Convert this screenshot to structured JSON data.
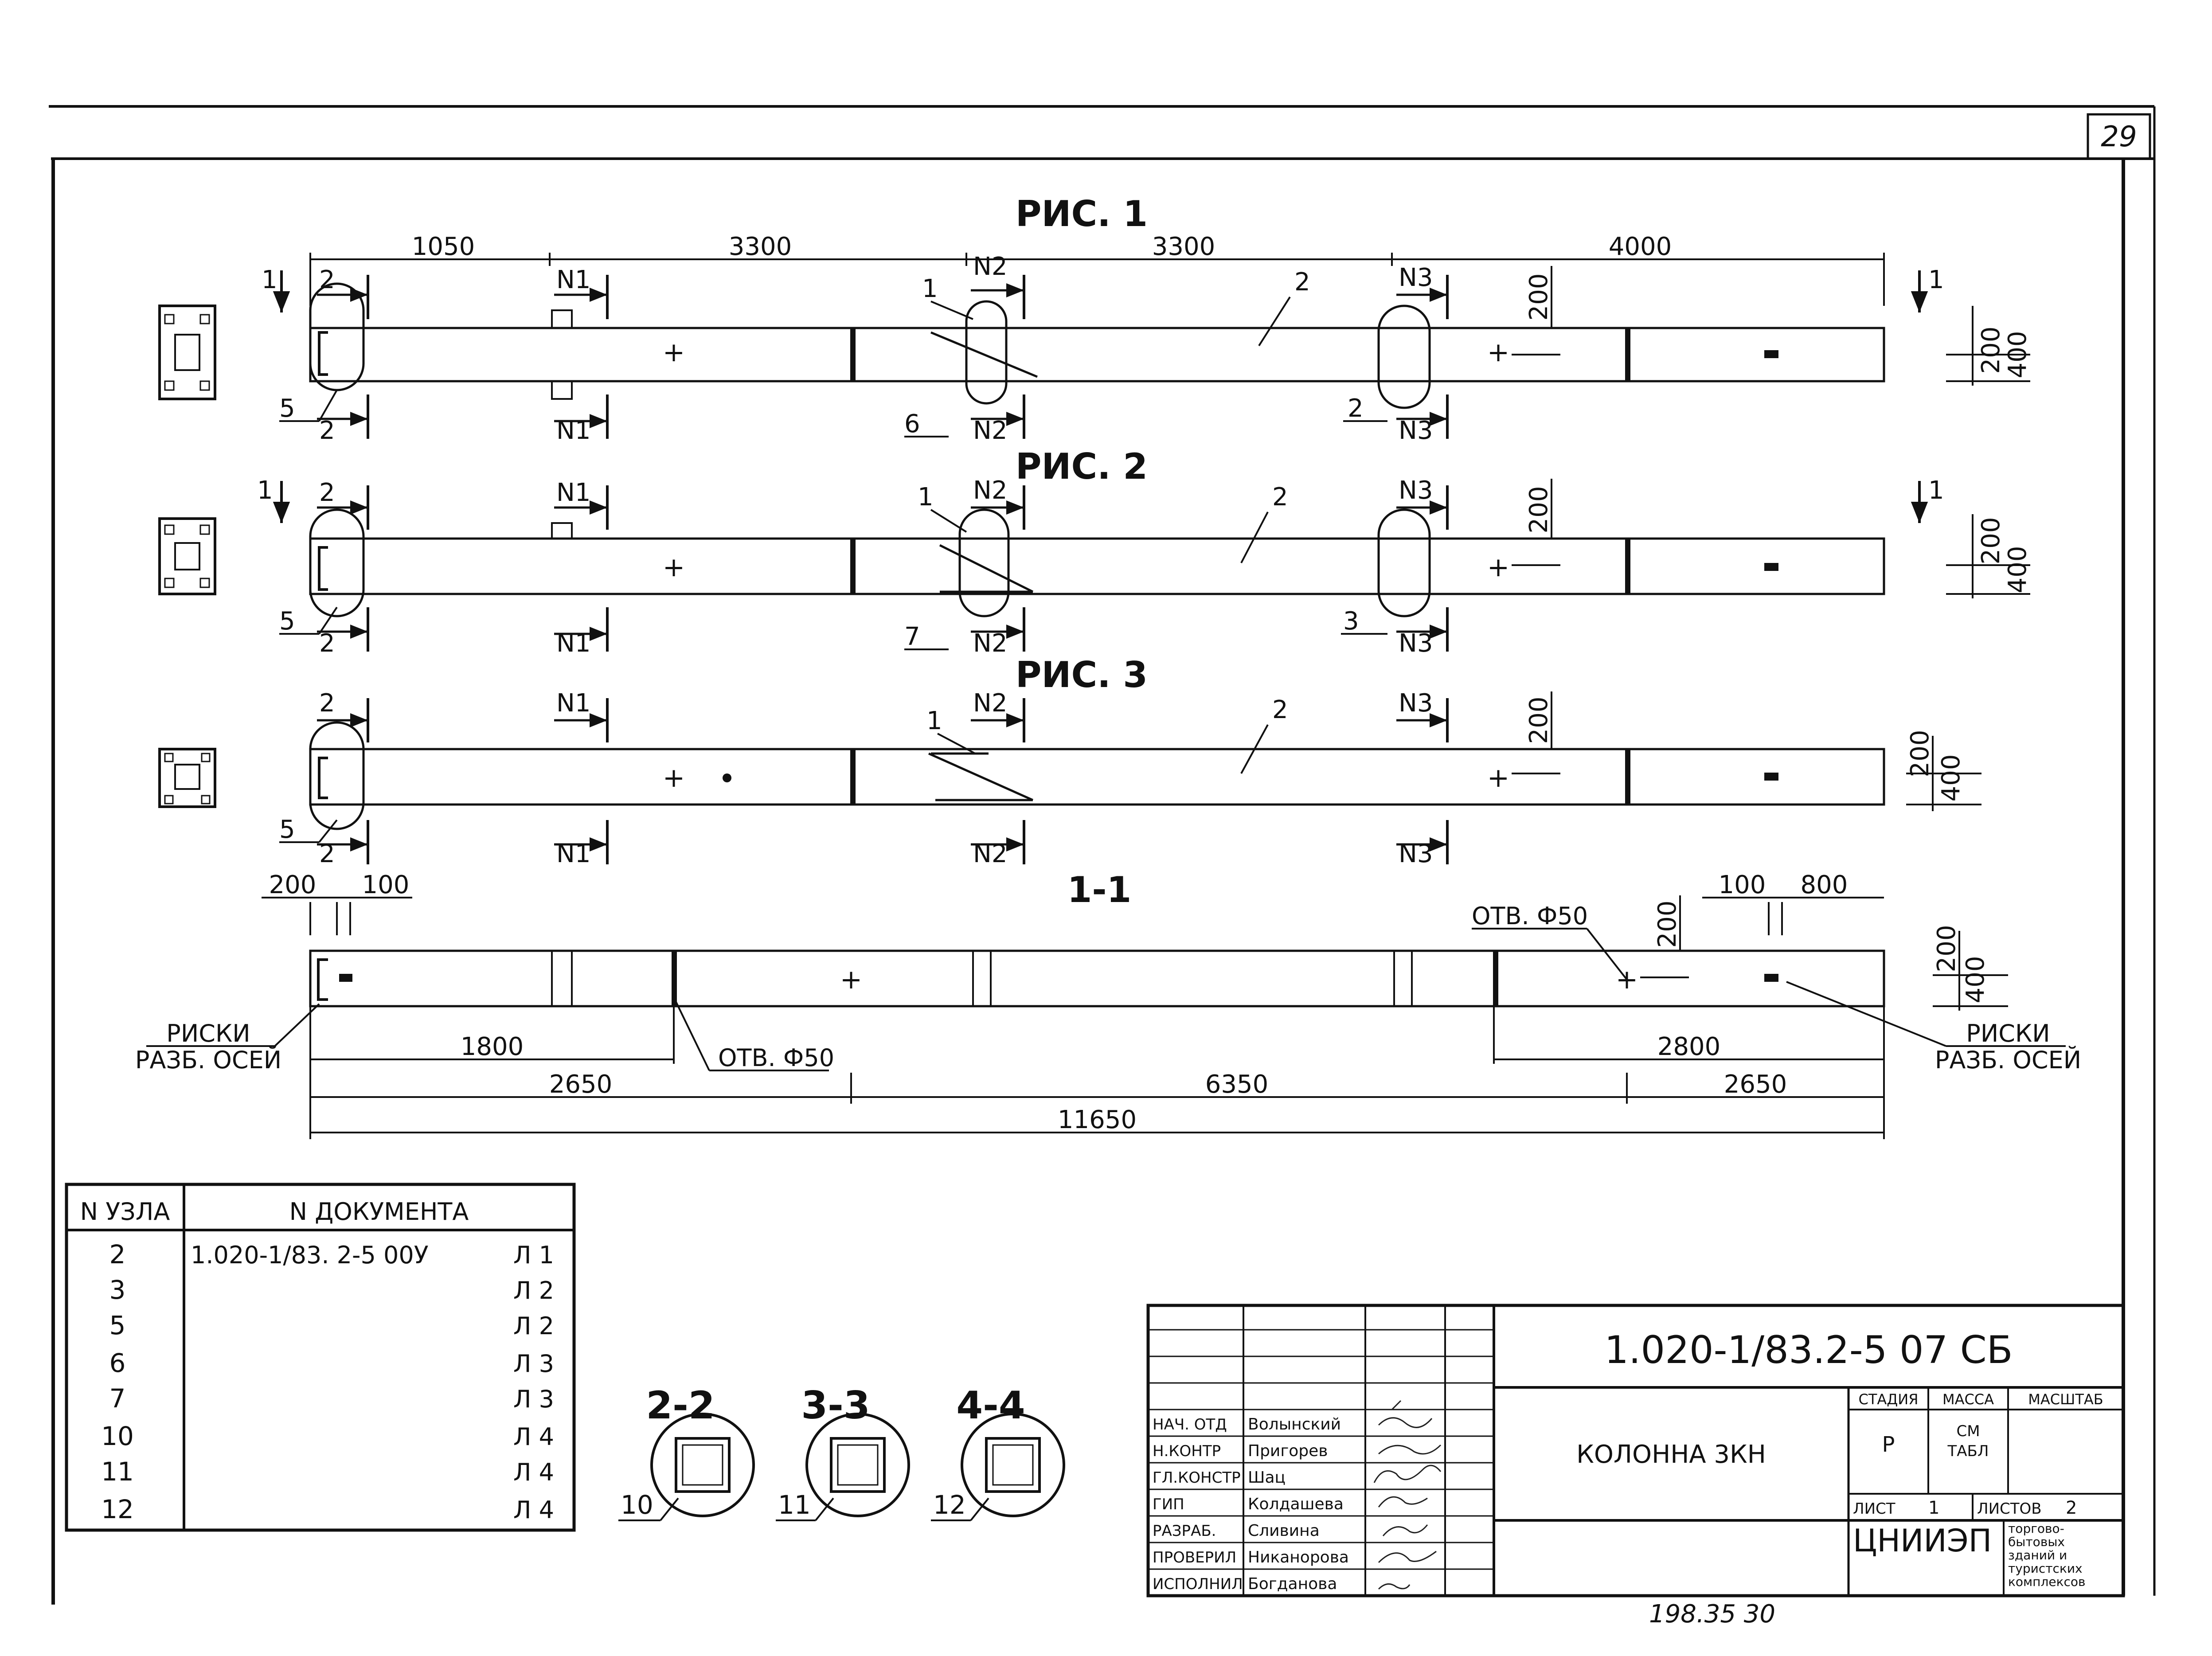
{
  "sheet": {
    "page_number": "29",
    "handwritten_note": "198.35  30"
  },
  "figures": {
    "fig1": {
      "title": "РИС. 1",
      "dims": [
        "1050",
        "3300",
        "3300",
        "4000"
      ],
      "section_marks": {
        "left_1": "1",
        "right_1": "1",
        "top": [
          "2",
          "N1",
          "N2",
          "N3"
        ],
        "bottom": [
          "2",
          "N1",
          "N2",
          "N3"
        ],
        "dim_200_right": "200",
        "dim_400_right": "400",
        "dim_200_mid": "200"
      },
      "callouts": [
        "1",
        "2",
        "5",
        "6",
        "2"
      ]
    },
    "fig2": {
      "title": "РИС. 2",
      "section_marks": {
        "left_1": "1",
        "right_1": "1",
        "top": [
          "2",
          "N1",
          "N2",
          "N3"
        ],
        "bottom": [
          "2",
          "N1",
          "N2",
          "N3"
        ],
        "dim_200_right": "200",
        "dim_400_right": "400",
        "dim_200_mid": "200"
      },
      "callouts": [
        "1",
        "2",
        "5",
        "7",
        "3"
      ]
    },
    "fig3": {
      "title": "РИС. 3",
      "section_marks": {
        "top": [
          "2",
          "N1",
          "N2",
          "N3"
        ],
        "bottom": [
          "2",
          "N1",
          "N2",
          "N3"
        ],
        "dim_200_right": "200",
        "dim_400_right": "400",
        "dim_200_mid": "200"
      },
      "callouts": [
        "1",
        "2",
        "5"
      ]
    },
    "sec11": {
      "title": "1-1",
      "top_dims": [
        "200",
        "100",
        "100",
        "800"
      ],
      "hole_label": "ОТВ. Ф50",
      "risks_label_1": "РИСКИ",
      "risks_label_2": "РАЗБ. ОСЕЙ",
      "dim_200": "200",
      "dim_400": "400",
      "dim_200_mid": "200",
      "bottom_dims": {
        "d1800": "1800",
        "d2800": "2800",
        "d2650a": "2650",
        "d6350": "6350",
        "d2650b": "2650",
        "d11650": "11650"
      }
    }
  },
  "node_table": {
    "headers": [
      "N УЗЛА",
      "N ДОКУМЕНТА"
    ],
    "rows": [
      {
        "node": "2",
        "doc": "1.020-1/83. 2-5 00У",
        "sheet": "Л 1"
      },
      {
        "node": "3",
        "doc": "",
        "sheet": "Л 2"
      },
      {
        "node": "5",
        "doc": "",
        "sheet": "Л 2"
      },
      {
        "node": "6",
        "doc": "",
        "sheet": "Л 3"
      },
      {
        "node": "7",
        "doc": "",
        "sheet": "Л 3"
      },
      {
        "node": "10",
        "doc": "",
        "sheet": "Л 4"
      },
      {
        "node": "11",
        "doc": "",
        "sheet": "Л 4"
      },
      {
        "node": "12",
        "doc": "",
        "sheet": "Л 4"
      }
    ]
  },
  "sections": [
    {
      "title": "2-2",
      "node": "10"
    },
    {
      "title": "3-3",
      "node": "11"
    },
    {
      "title": "4-4",
      "node": "12"
    }
  ],
  "title_block": {
    "doc_code": "1.020-1/83.2-5 07 СБ",
    "item_name": "КОЛОННА 3КН",
    "stage_header": "СТАДИЯ",
    "mass_header": "МАССА",
    "scale_header": "МАСШТАБ",
    "stage_value": "Р",
    "mass_value_1": "СМ",
    "mass_value_2": "ТАБЛ",
    "sheet_label": "ЛИСТ",
    "sheet_value": "1",
    "sheets_label": "ЛИСТОВ",
    "sheets_value": "2",
    "org": "ЦНИИЭП",
    "org_desc": [
      "торгово-",
      "бытовых",
      "зданий и",
      "туристских",
      "комплексов"
    ],
    "signers": [
      {
        "role": "НАЧ. ОТД",
        "name": "Волынский"
      },
      {
        "role": "Н.КОНТР",
        "name": "Пригорев"
      },
      {
        "role": "ГЛ.КОНСТР",
        "name": "Шац"
      },
      {
        "role": "ГИП",
        "name": "Колдашева"
      },
      {
        "role": "РАЗРАБ.",
        "name": "Сливина"
      },
      {
        "role": "ПРОВЕРИЛ",
        "name": "Никанорова"
      },
      {
        "role": "ИСПОЛНИЛ",
        "name": "Богданова"
      }
    ]
  }
}
